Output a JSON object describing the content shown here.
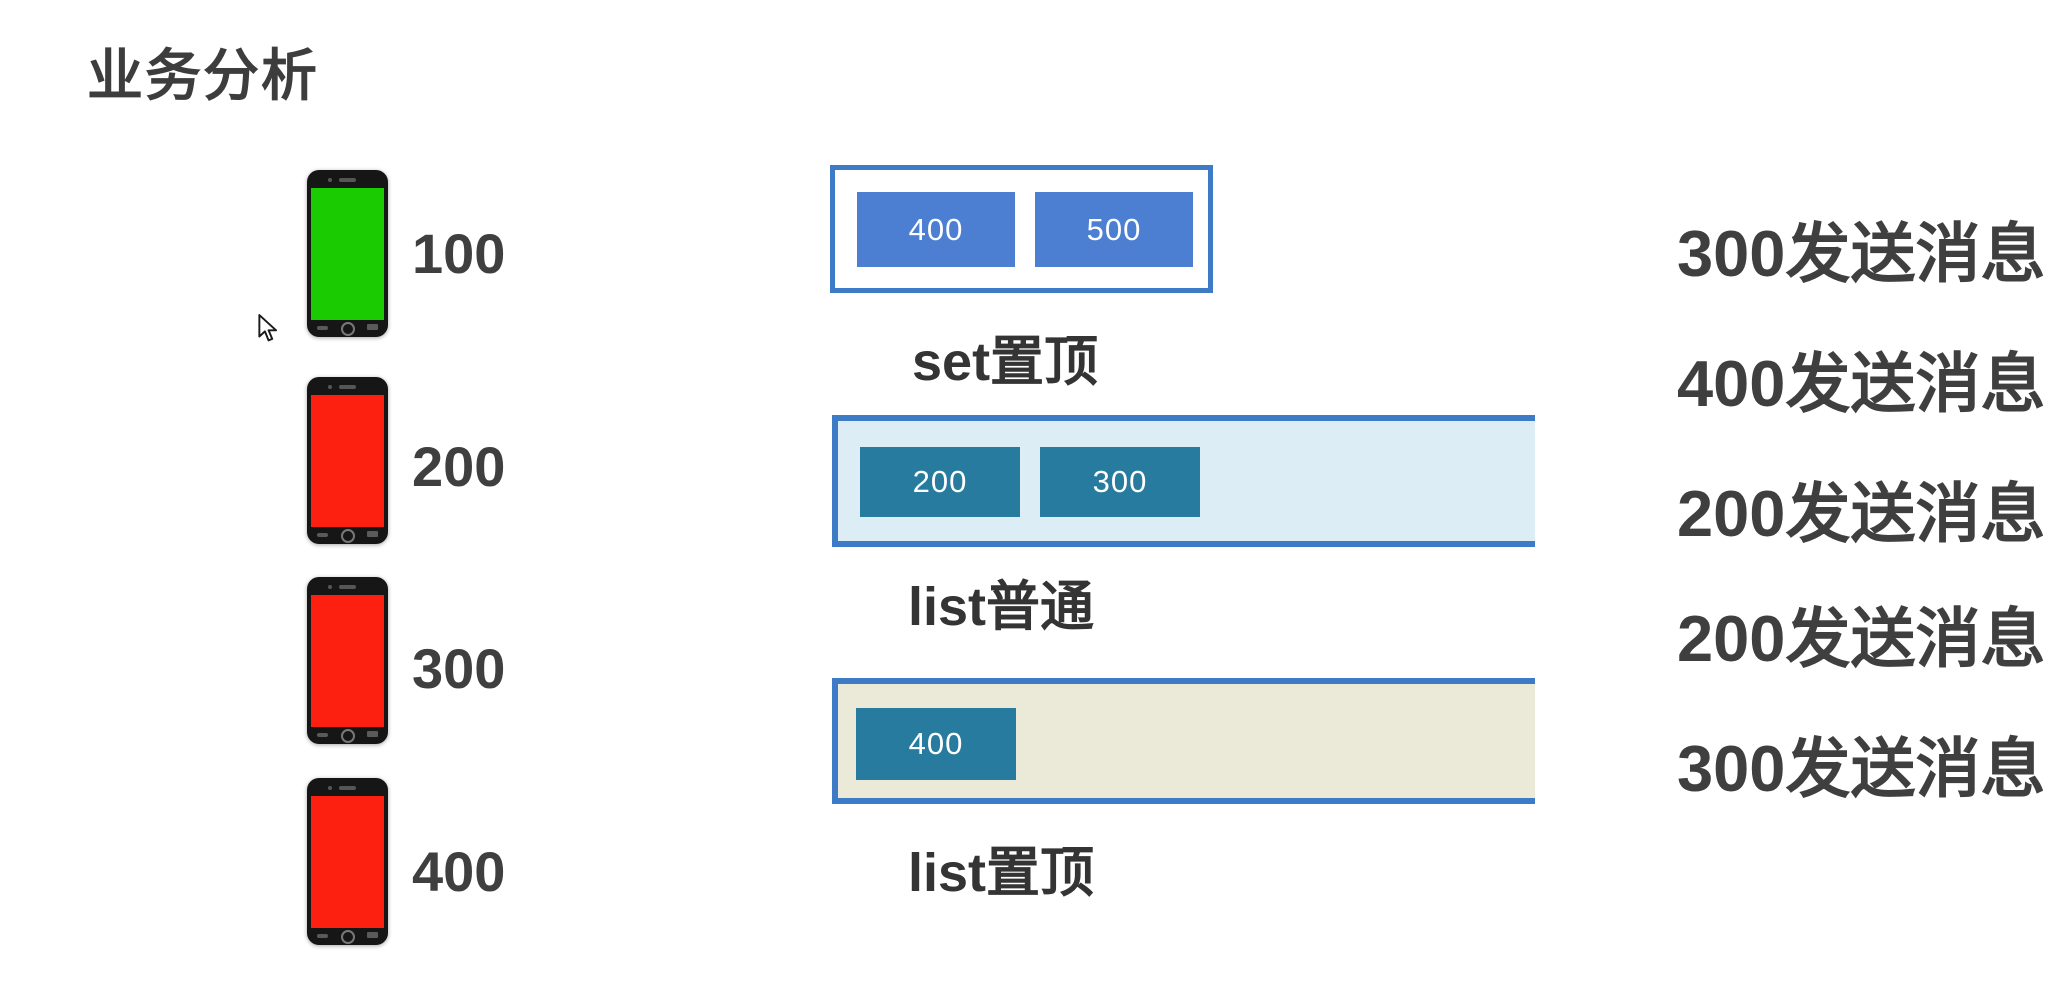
{
  "title": "业务分析",
  "phones": [
    {
      "label": "100",
      "screen": "green"
    },
    {
      "label": "200",
      "screen": "red"
    },
    {
      "label": "300",
      "screen": "red"
    },
    {
      "label": "400",
      "screen": "red"
    }
  ],
  "groups": {
    "set_top": {
      "label": "set置顶",
      "chips": [
        "400",
        "500"
      ]
    },
    "list_normal": {
      "label": "list普通",
      "chips": [
        "200",
        "300"
      ]
    },
    "list_top": {
      "label": "list置顶",
      "chips": [
        "400"
      ]
    }
  },
  "messages": [
    {
      "text": "300发送消息"
    },
    {
      "text": "400发送消息"
    },
    {
      "text": "200发送消息"
    },
    {
      "text": "200发送消息"
    },
    {
      "text": "300发送消息"
    }
  ],
  "colors": {
    "border_blue": "#3d7bc6",
    "chip_blue": "#4c7fd2",
    "chip_teal": "#277b9e",
    "set_box_bg": "#ffffff",
    "list_normal_bg": "#dcedf5",
    "list_top_bg": "#ebead8",
    "phone_screen_green": "#1bcb01",
    "phone_screen_red": "#fd2010",
    "text_dark": "#3f3f3f"
  }
}
